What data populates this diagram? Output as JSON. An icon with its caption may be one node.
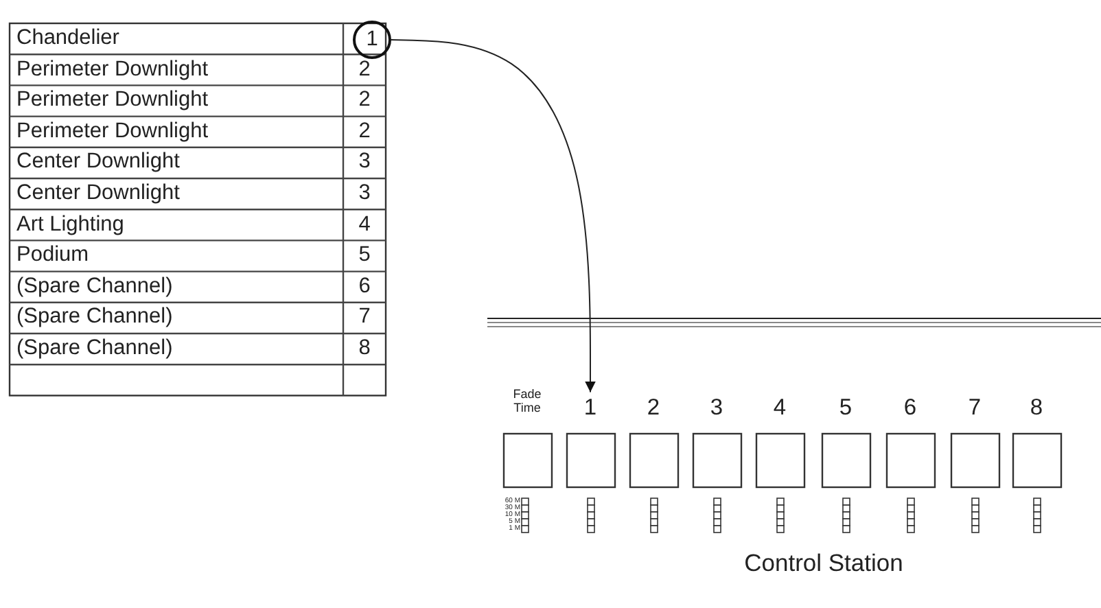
{
  "diagram": {
    "nodes": [
      {
        "text": [
          "1"
        ]
      },
      {
        "text": [
          "1"
        ]
      }
    ],
    "edges": [
      {
        "from": 0,
        "to": 1,
        "arrow": "to"
      }
    ],
    "labels": [
      "Chandelier",
      "Perimeter Downlight",
      "2",
      "Perimeter Downlight",
      "2",
      "Perimeter Downlight",
      "2",
      "Center Downlight",
      "3",
      "Center Downlight",
      "3",
      "Art Lighting",
      "4",
      "Podium",
      "5",
      "(Spare Channel)",
      "6",
      "(Spare Channel)",
      "7",
      "(Spare Channel)",
      "8",
      "Fade Time",
      "2",
      "3",
      "4",
      "5",
      "6",
      "7",
      "8",
      "60 M",
      "30 M",
      "10 M",
      "5 M",
      "1 M",
      "Control Station"
    ]
  }
}
